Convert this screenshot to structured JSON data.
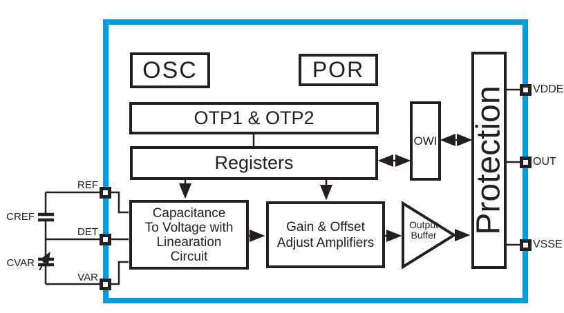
{
  "diagram": {
    "colors": {
      "chip_border": "#009EE0",
      "line": "#231F20"
    },
    "blocks": {
      "osc": "OSC",
      "por": "POR",
      "otp": "OTP1 & OTP2",
      "registers": "Registers",
      "c2v_lines": [
        "Capacitance",
        "To Voltage with",
        "Linearation",
        "Circuit"
      ],
      "gain_lines": [
        "Gain & Offset",
        "Adjust Amplifiers"
      ],
      "owi": "OWI",
      "buffer_lines": [
        "Output",
        "Buffer"
      ],
      "protection": "Protection"
    },
    "pins": {
      "left": [
        "REF",
        "DET",
        "VAR"
      ],
      "right": [
        "VDDE",
        "OUT",
        "VSSE"
      ]
    },
    "external_components": {
      "cref": "CREF",
      "cvar": "CVAR"
    }
  }
}
